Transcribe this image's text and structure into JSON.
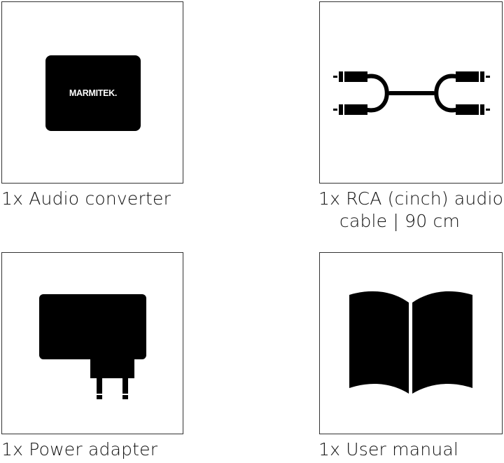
{
  "items": [
    {
      "label": "1x Audio converter",
      "icon": "audio-converter-icon",
      "brand": "MARMITEK."
    },
    {
      "label_line1": "1x RCA (cinch) audio",
      "label_line2": "cable | 90 cm",
      "icon": "rca-cable-icon"
    },
    {
      "label": "1x Power adapter",
      "icon": "power-adapter-icon"
    },
    {
      "label": "1x User manual",
      "icon": "book-icon"
    }
  ],
  "colors": {
    "icon": "#000000",
    "frame": "#333333",
    "text": "#111111",
    "background": "#ffffff"
  }
}
